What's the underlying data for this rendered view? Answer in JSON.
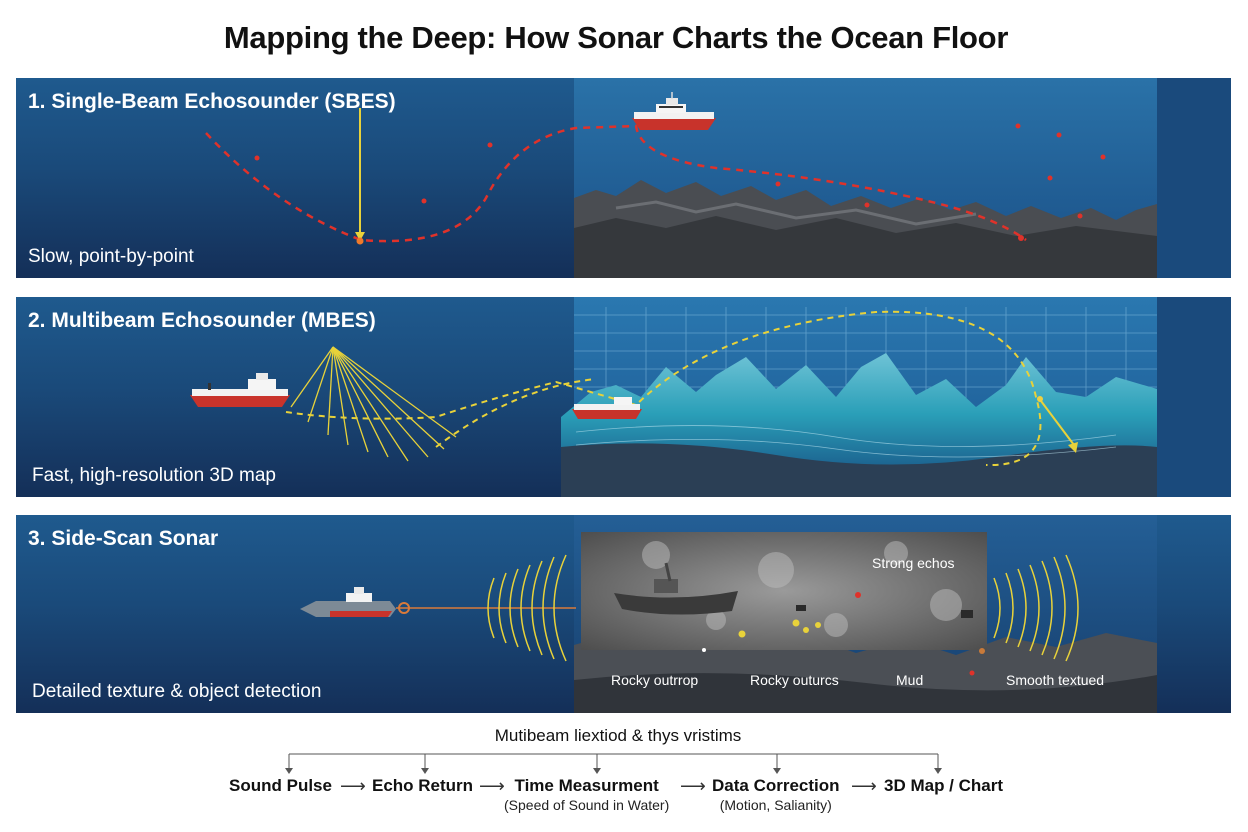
{
  "title": "Mapping the Deep: How Sonar Charts the Ocean Floor",
  "panels": [
    {
      "heading": "1. Single-Beam Echosounder (SBES)",
      "caption": "Slow, point-by-point"
    },
    {
      "heading": "2. Multibeam Echosounder (MBES)",
      "caption": "Fast, high-resolution 3D map"
    },
    {
      "heading": "3. Side-Scan Sonar",
      "caption": "Detailed texture & object detection",
      "labels": [
        "Strong echos",
        "Rocky outrrop",
        "Rocky outurcs",
        "Mud",
        "Smooth textued"
      ]
    }
  ],
  "process": {
    "heading": "Mutibeam liextiod & thys vristims",
    "steps": [
      {
        "label": "Sound Pulse",
        "sub": ""
      },
      {
        "label": "Echo Return",
        "sub": ""
      },
      {
        "label": "Time Measurment",
        "sub": "(Speed of Sound in Water)"
      },
      {
        "label": "Data Correction",
        "sub": "(Motion, Salianity)"
      },
      {
        "label": "3D Map / Chart",
        "sub": ""
      }
    ],
    "arrow": "⟶",
    "down_arrow": "↓"
  },
  "colors": {
    "ocean_top": "#1f5a8e",
    "ocean_bottom": "#142f58",
    "track_red": "#e0322a",
    "beam_yellow": "#e8d23a",
    "mbes_terrain": "#2a9fb8"
  }
}
